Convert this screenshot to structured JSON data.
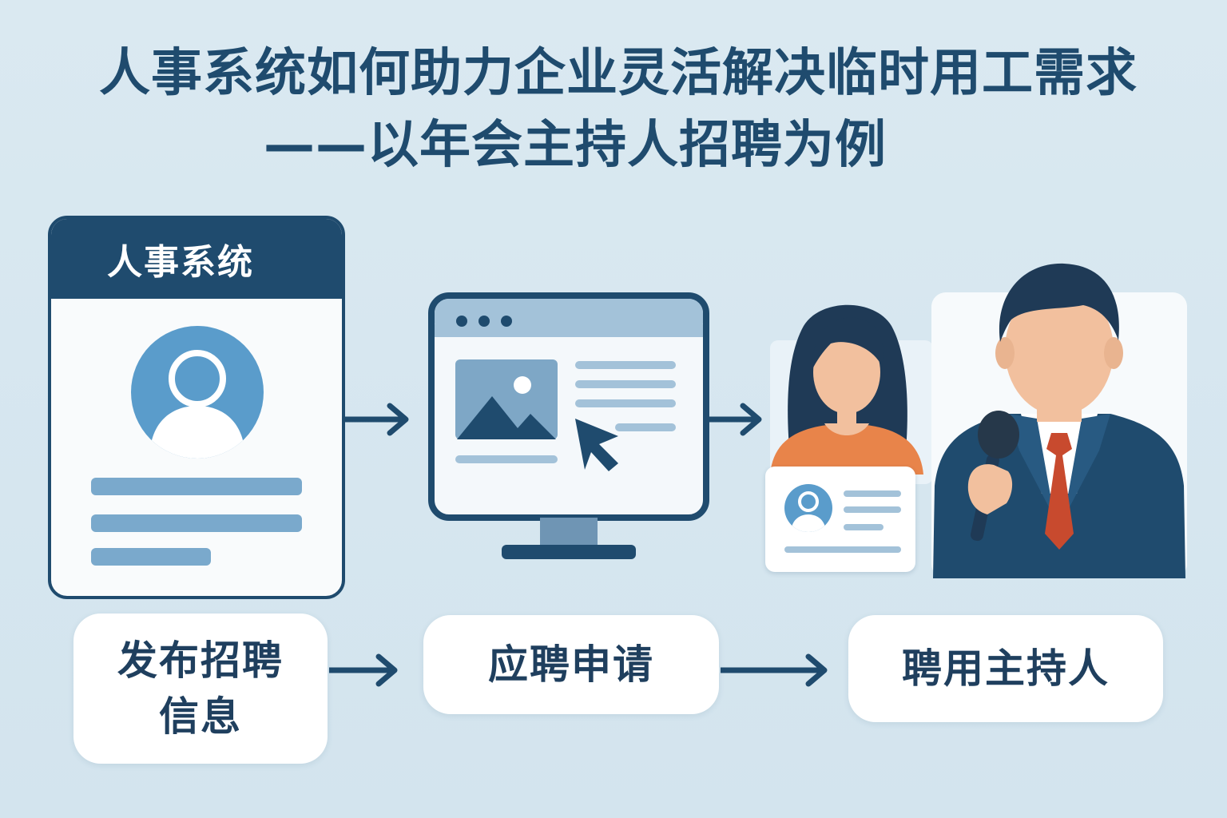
{
  "title": {
    "line1": "人事系统如何助力企业灵活解决临时用工需求",
    "line2": "——以年会主持人招聘为例"
  },
  "hr_system": {
    "header": "人事系统"
  },
  "steps": [
    {
      "label": "发布招聘信息"
    },
    {
      "label": "应聘申请"
    },
    {
      "label": "聘用主持人"
    }
  ],
  "icons": {
    "hr_card": "profile-card-icon",
    "avatar": "user-avatar-icon",
    "computer": "computer-monitor-icon",
    "image": "image-icon",
    "cursor": "cursor-icon",
    "applicant": "woman-applicant-icon",
    "resume": "resume-card-icon",
    "host": "host-with-microphone-icon",
    "arrow": "arrow-right-icon"
  },
  "colors": {
    "primary": "#1f4b6e",
    "accent_light": "#5a9ccb",
    "background": "#d7e7f0",
    "orange": "#e8844a",
    "tie_red": "#c84a2e"
  }
}
